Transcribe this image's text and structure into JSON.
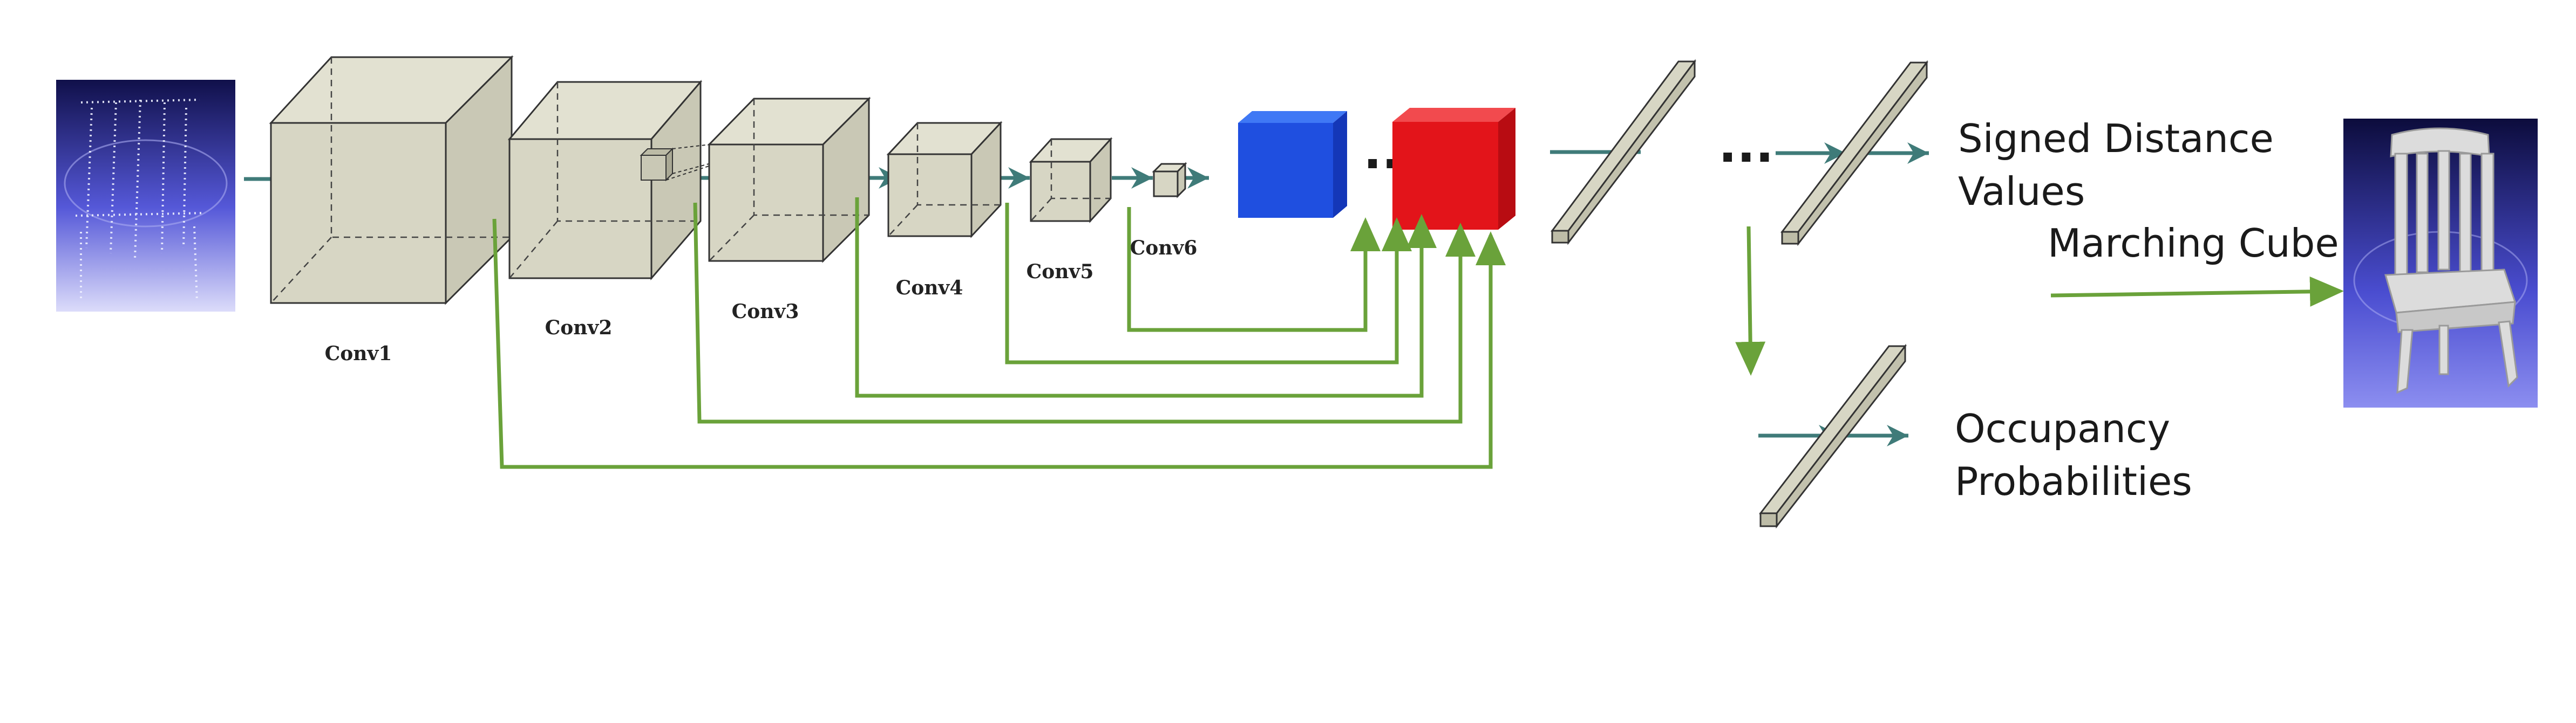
{
  "layers": [
    {
      "label": "Conv1"
    },
    {
      "label": "Conv2"
    },
    {
      "label": "Conv3"
    },
    {
      "label": "Conv4"
    },
    {
      "label": "Conv5"
    },
    {
      "label": "Conv6"
    }
  ],
  "ellipsis": "...",
  "outputs": {
    "sdf_line1": "Signed Distance",
    "sdf_line2": "Values",
    "marching": "Marching Cube",
    "occ_line1": "Occupancy",
    "occ_line2": "Probabilities"
  },
  "colors": {
    "skip_arrow": "#6aa23a",
    "flow_arrow": "#3f7b79",
    "feature_blue": "#1f4fe0",
    "feature_red": "#e3141a",
    "box_fill": "#d7d6c4"
  },
  "icons": {
    "input": "point-cloud-chair-icon",
    "output": "mesh-chair-icon"
  }
}
